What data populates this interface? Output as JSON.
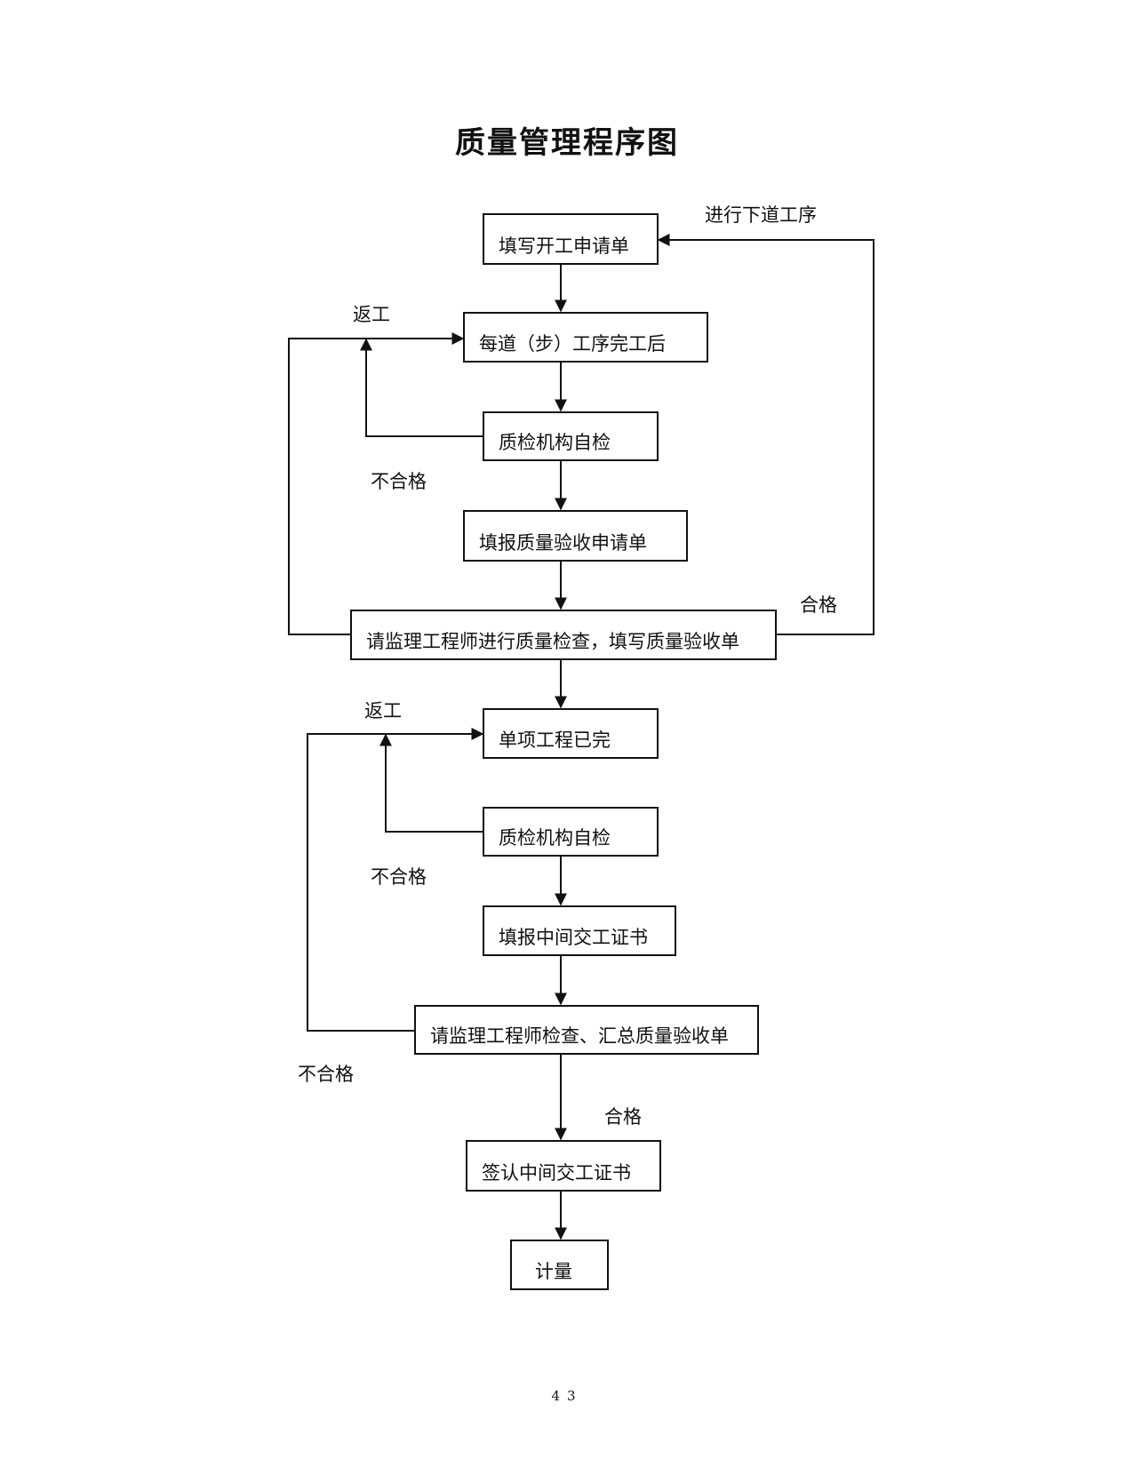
{
  "title": "质量管理程序图",
  "boxes": {
    "b1": "填写开工申请单",
    "b2": "每道（步）工序完工后",
    "b3": "质检机构自检",
    "b4": "填报质量验收申请单",
    "b5": "请监理工程师进行质量检查，填写质量验收单",
    "b6": "单项工程已完",
    "b7": "质检机构自检",
    "b8": "填报中间交工证书",
    "b9": "请监理工程师检查、汇总质量验收单",
    "b10": "签认中间交工证书",
    "b11": "计量"
  },
  "labels": {
    "next_process": "进行下道工序",
    "rework_1": "返工",
    "fail_1": "不合格",
    "pass_1": "合格",
    "rework_2": "返工",
    "fail_2": "不合格",
    "fail_3": "不合格",
    "pass_2": "合格"
  },
  "page_number": "43"
}
